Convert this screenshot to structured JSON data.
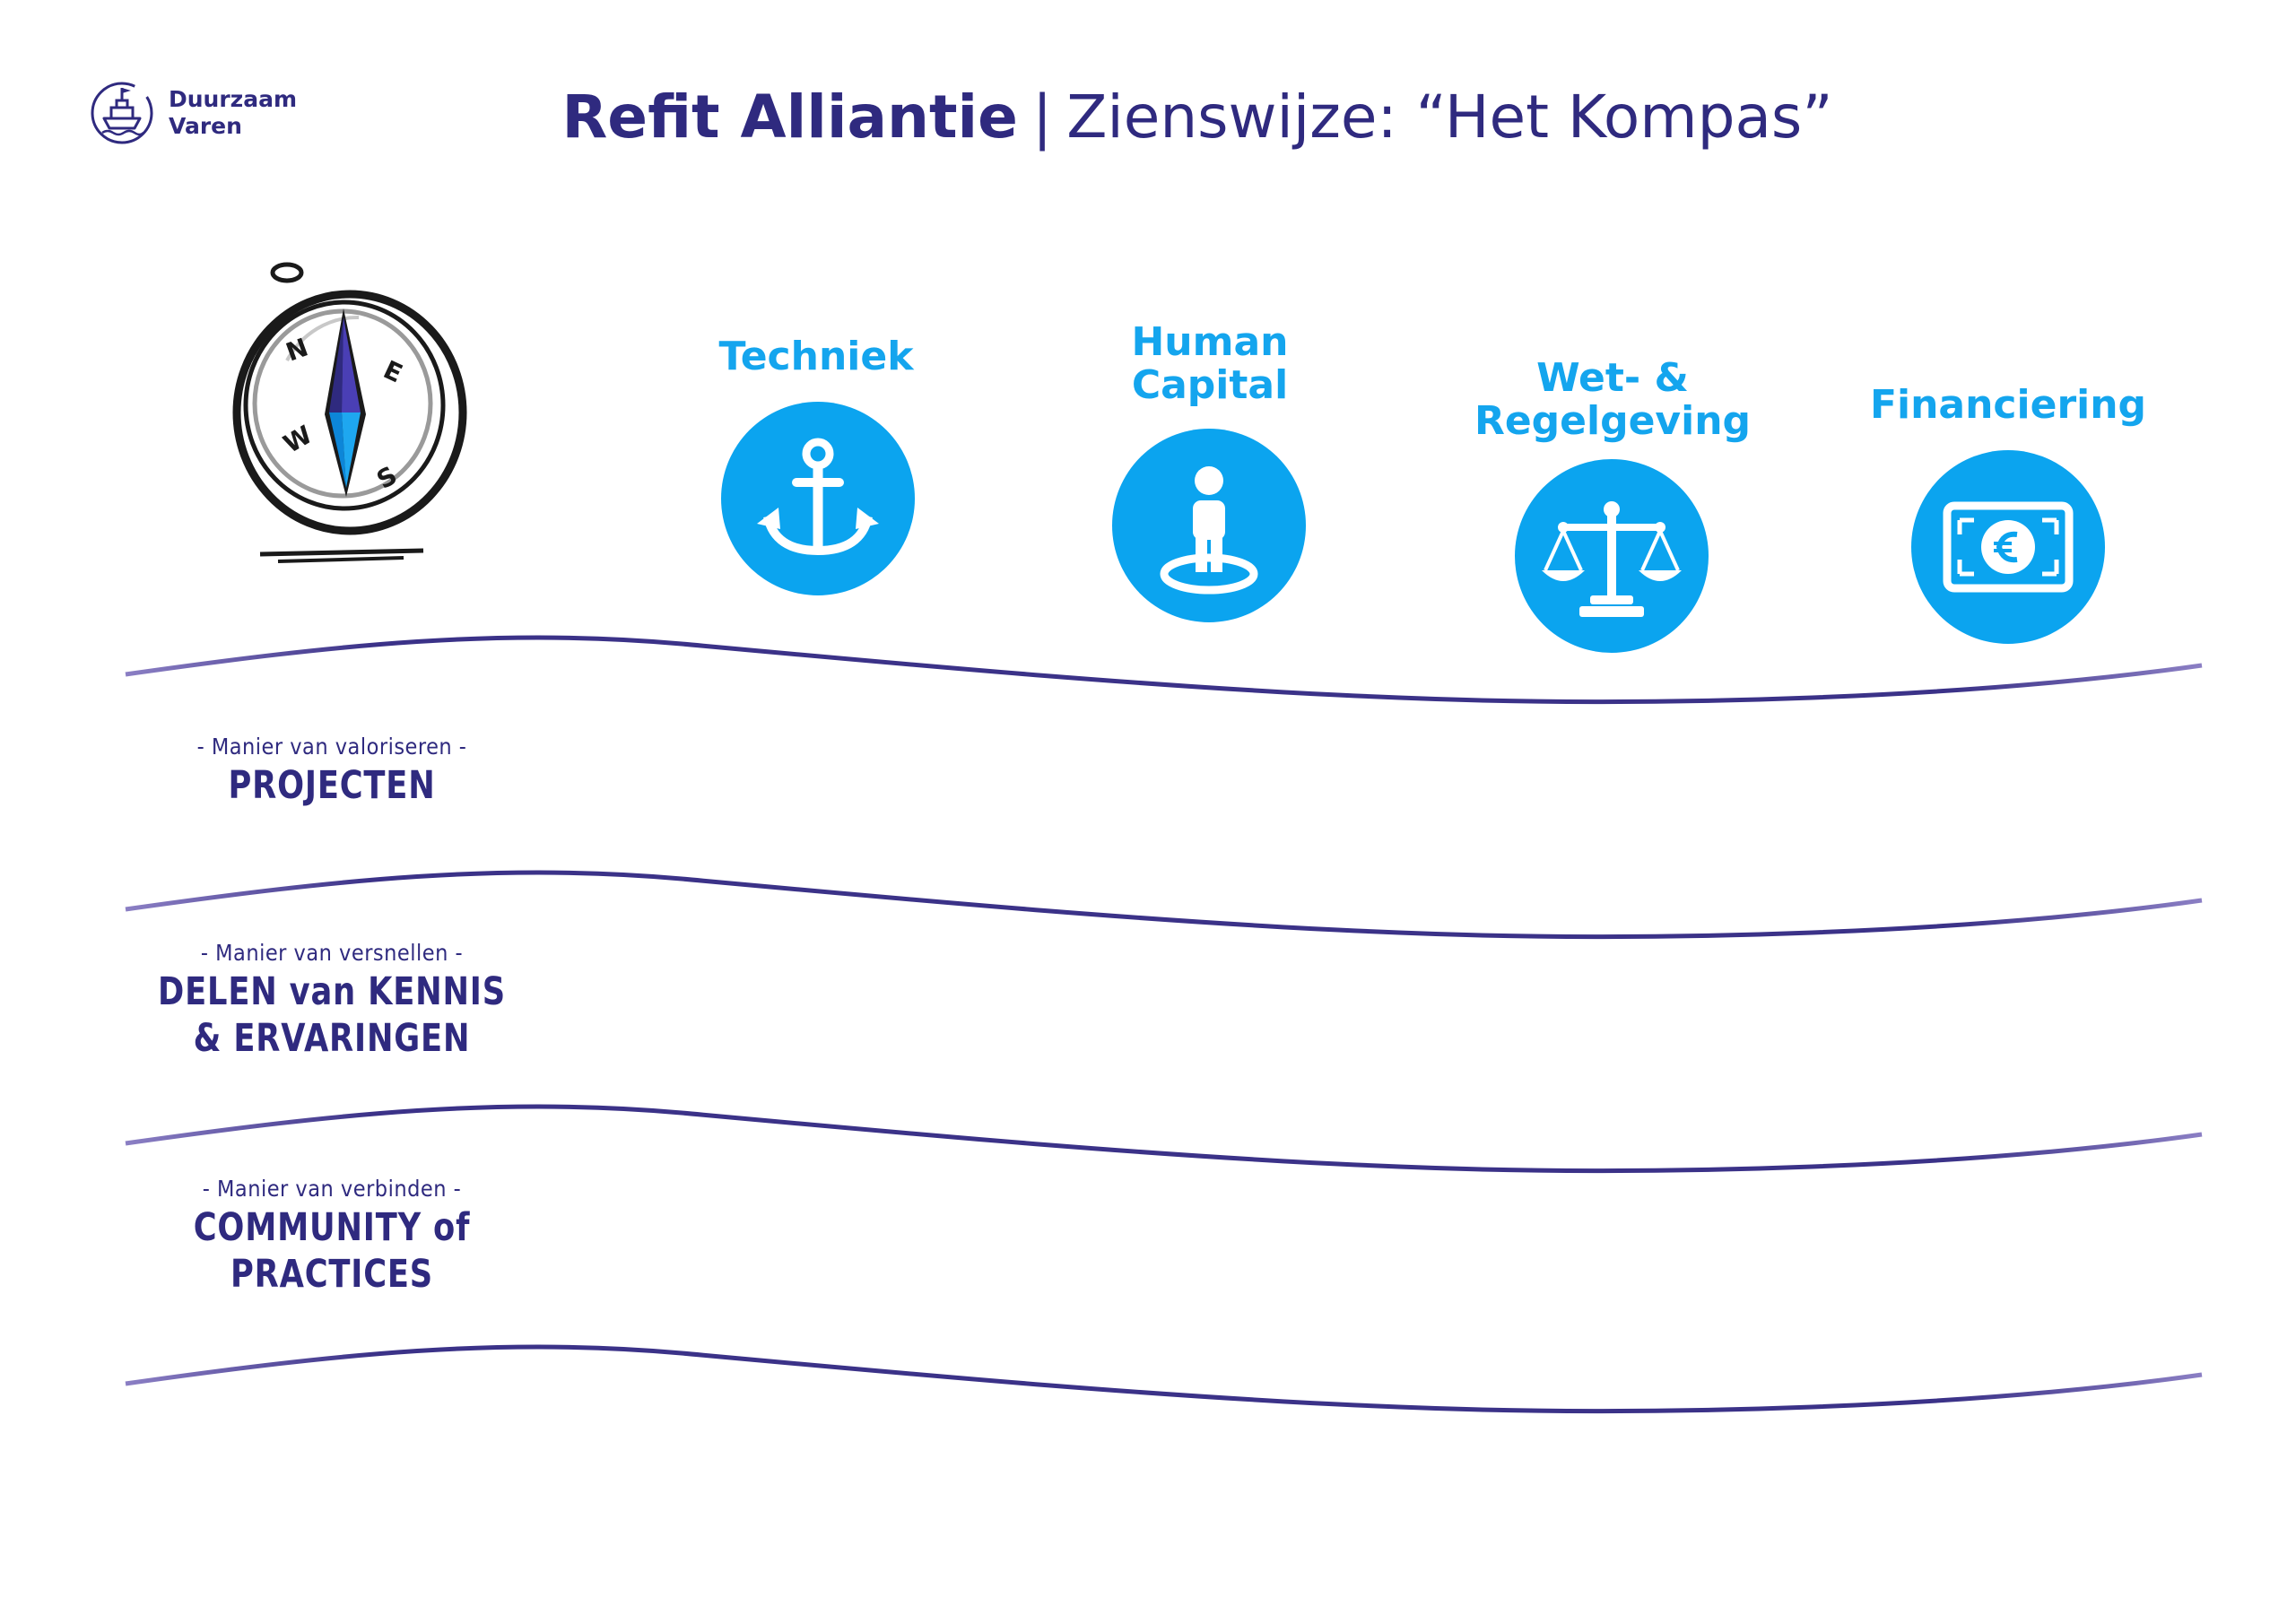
{
  "logo": {
    "line1": "Duurzaam",
    "line2": "Varen"
  },
  "title": {
    "bold": "Refit Alliantie",
    "separator": "|",
    "light": "Zienswijze: “Het Kompas”"
  },
  "compass": {
    "letters": [
      "N",
      "E",
      "S",
      "W"
    ]
  },
  "columns": [
    {
      "lines": [
        "Techniek"
      ],
      "icon": "anchor-icon"
    },
    {
      "lines": [
        "Human",
        "Capital"
      ],
      "icon": "person-icon"
    },
    {
      "lines": [
        "Wet- &",
        "Regelgeving"
      ],
      "icon": "scales-icon"
    },
    {
      "lines": [
        "Financiering"
      ],
      "icon": "banknote-icon"
    }
  ],
  "rows": [
    {
      "subtitle": "- Manier van valoriseren -",
      "lines": [
        "PROJECTEN"
      ]
    },
    {
      "subtitle": "- Manier van versnellen -",
      "lines": [
        "DELEN van KENNIS",
        "& ERVARINGEN"
      ]
    },
    {
      "subtitle": "- Manier van verbinden -",
      "lines": [
        "COMMUNITY of",
        "PRACTICES"
      ]
    }
  ],
  "colors": {
    "navy": "#2f2a7f",
    "blue": "#0ba4ef",
    "wave": "#3b3288"
  }
}
